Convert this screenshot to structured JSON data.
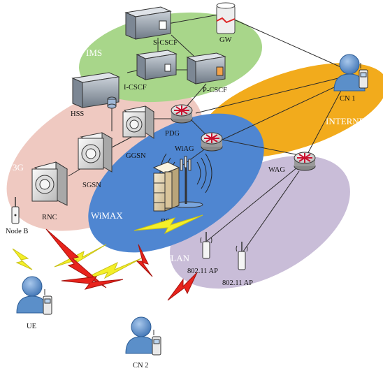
{
  "regions": {
    "ims": "IMS",
    "internet": "INTERNET",
    "threeg": "3G",
    "wimax": "WiMAX",
    "wlan": "WLAN"
  },
  "nodes": {
    "s_cscf": "S-CSCF",
    "gw": "GW",
    "i_cscf": "I-CSCF",
    "p_cscf": "P-CSCF",
    "hss": "HSS",
    "pdg": "PDG",
    "wiag": "WiAG",
    "ggsn": "GGSN",
    "sgsn": "SGSN",
    "rnc": "RNC",
    "bs": "BS",
    "wag": "WAG",
    "node_b": "Node B",
    "ap1": "802.11 AP",
    "ap2": "802.11 AP",
    "ue": "UE",
    "cn1": "CN 1",
    "cn2": "CN 2"
  },
  "colors": {
    "ims": "#a8d68a",
    "internet": "#f2ab1c",
    "threeg": "#efc9c1",
    "wimax": "#4f86d1",
    "wlan": "#c9bdd8",
    "router": "#c8102e",
    "person": "#5b8fc9",
    "lightning_yellow": "#f4ef28",
    "lightning_red": "#e8231c"
  }
}
